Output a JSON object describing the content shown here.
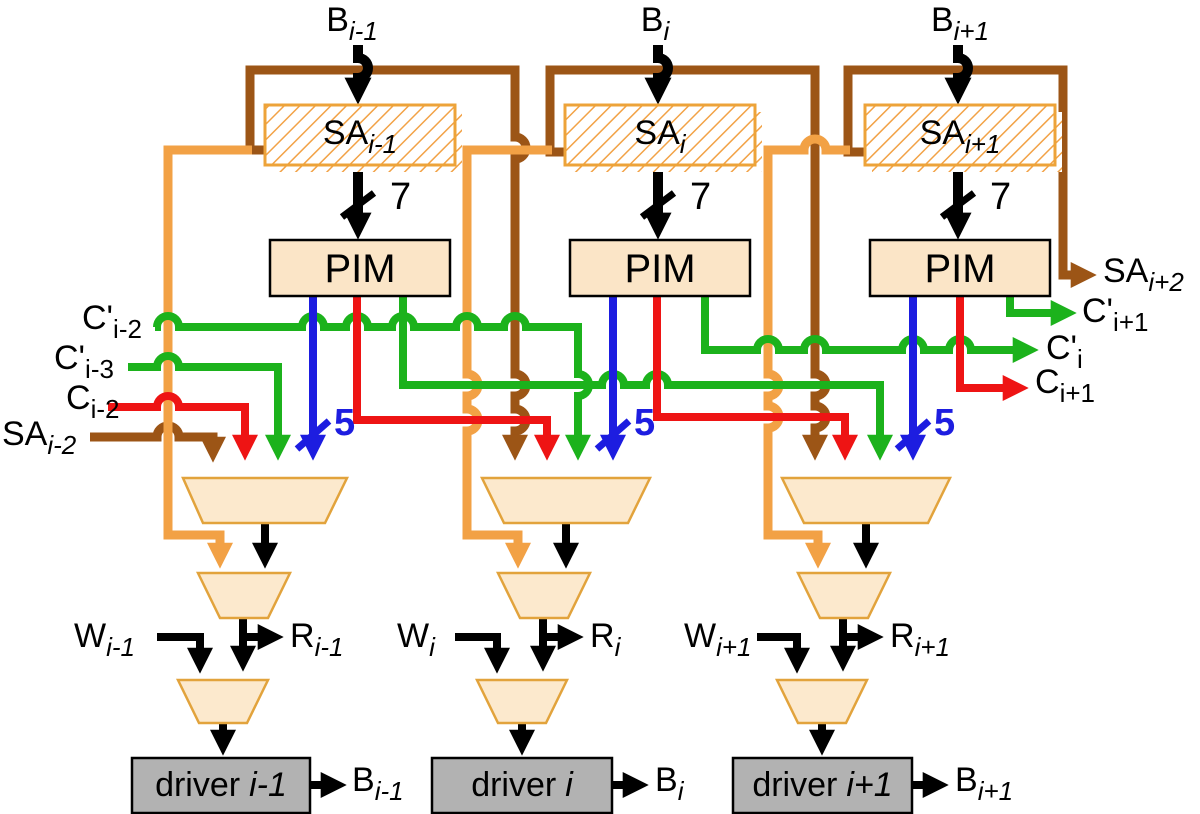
{
  "palette": {
    "wire_green": "#1cb21c",
    "wire_red": "#ee1414",
    "wire_blue": "#1d1de0",
    "wire_orange": "#f2a145",
    "wire_brown": "#9c5516",
    "wire_black": "#000000",
    "box_fill": "#fbe5c7",
    "box_border": "#e2a33c",
    "sa_hatch": "#f2a246",
    "driver_fill": "#b2b2b2"
  },
  "columns": [
    {
      "b_in": {
        "base": "B",
        "sub": "i-1"
      },
      "sa": {
        "base": "SA",
        "sub": "i-1"
      },
      "sa_bus_width": "7",
      "pim_label": "PIM",
      "mux_bus_width": "5",
      "w": {
        "base": "W",
        "sub": "i-1"
      },
      "r": {
        "base": "R",
        "sub": "i-1"
      },
      "driver": {
        "base": "driver",
        "suffix": "i-1"
      },
      "b_out": {
        "base": "B",
        "sub": "i-1"
      }
    },
    {
      "b_in": {
        "base": "B",
        "sub": "i"
      },
      "sa": {
        "base": "SA",
        "sub": "i"
      },
      "sa_bus_width": "7",
      "pim_label": "PIM",
      "mux_bus_width": "5",
      "w": {
        "base": "W",
        "sub": "i"
      },
      "r": {
        "base": "R",
        "sub": "i"
      },
      "driver": {
        "base": "driver",
        "suffix": "i"
      },
      "b_out": {
        "base": "B",
        "sub": "i"
      }
    },
    {
      "b_in": {
        "base": "B",
        "sub": "i+1"
      },
      "sa": {
        "base": "SA",
        "sub": "i+1"
      },
      "sa_bus_width": "7",
      "pim_label": "PIM",
      "mux_bus_width": "5",
      "w": {
        "base": "W",
        "sub": "i+1"
      },
      "r": {
        "base": "R",
        "sub": "i+1"
      },
      "driver": {
        "base": "driver",
        "suffix": "i+1"
      },
      "b_out": {
        "base": "B",
        "sub": "i+1"
      }
    }
  ],
  "left_labels": [
    {
      "base": "C'",
      "sub": "i-2"
    },
    {
      "base": "C'",
      "sub": "i-3"
    },
    {
      "base": "C",
      "sub": "i-2"
    },
    {
      "base": "SA",
      "sub": "i-2"
    }
  ],
  "right_labels": [
    {
      "base": "SA",
      "sub": "i+2"
    },
    {
      "base": "C'",
      "sub": "i+1"
    },
    {
      "base": "C'",
      "sub": "i"
    },
    {
      "base": "C",
      "sub": "i+1"
    }
  ]
}
